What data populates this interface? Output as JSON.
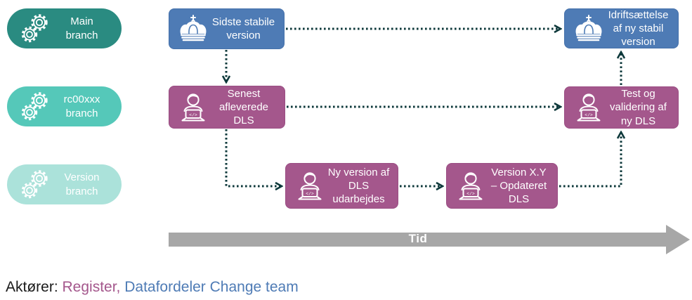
{
  "branches": [
    {
      "label": "Main branch"
    },
    {
      "label": "rc00xxx branch"
    },
    {
      "label": "Version branch"
    }
  ],
  "nodes": {
    "sidste": {
      "label": "Sidste stabile version"
    },
    "idrift": {
      "label": "Idriftsættelse af ny stabil version"
    },
    "senest": {
      "label": "Senest afleverede DLS"
    },
    "test": {
      "label": "Test og validering af ny DLS"
    },
    "nyversion": {
      "label": "Ny version af DLS udarbejdes"
    },
    "versionxy": {
      "label": "Version X.Y – Opdateret DLS"
    }
  },
  "timeline": {
    "label": "Tid"
  },
  "footer": {
    "prefix": "Aktører:",
    "actor_register": "Register,",
    "actor_datafordeler": "Datafordeler Change team"
  },
  "icons": {
    "branch": "gears-icon",
    "stable": "crown-icon",
    "dls": "developer-laptop-icon"
  },
  "colors": {
    "main_branch": "#2A8B81",
    "rc_branch": "#55C8B9",
    "version_branch": "#ABE2DA",
    "stable_node": "#4E7BB5",
    "dls_node": "#A4578C",
    "connector": "#0E393B",
    "timeline_arrow": "#A7A7A7",
    "actor_register": "#A4578C",
    "actor_datafordeler": "#4E7BB5"
  }
}
